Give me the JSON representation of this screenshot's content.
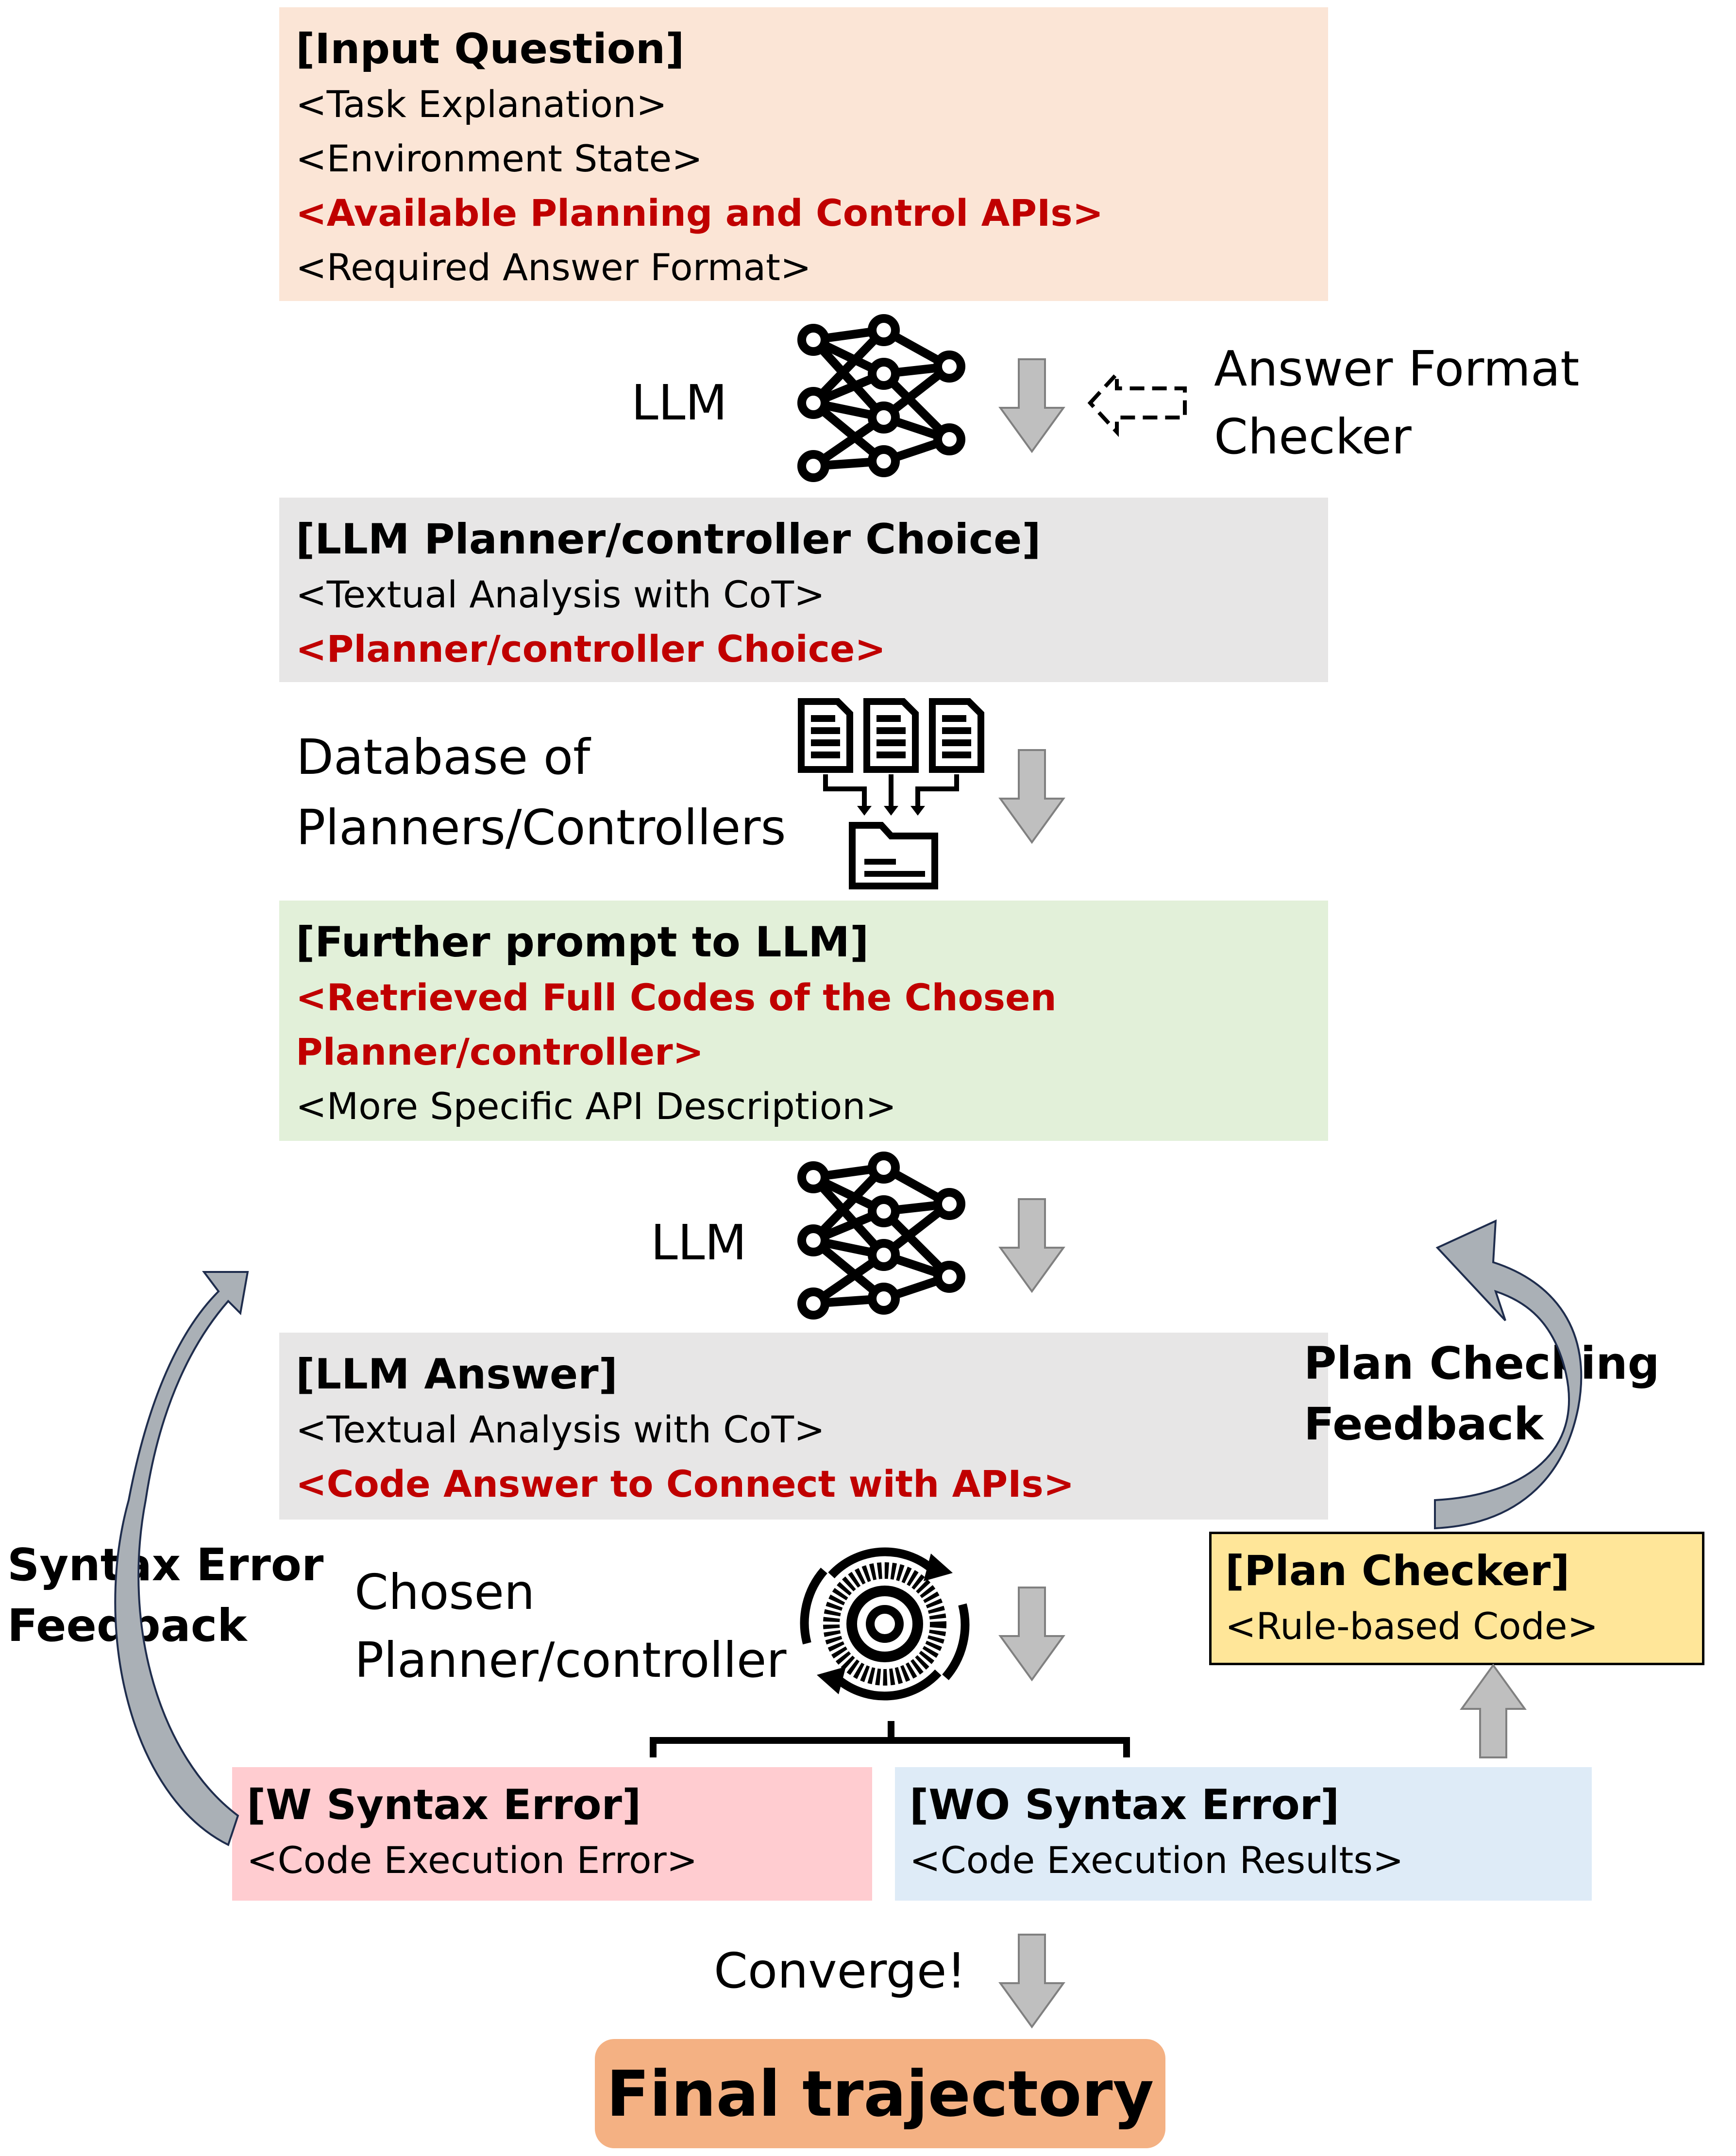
{
  "colors": {
    "input_bg": "#fbe5d6",
    "gray_bg": "#e7e6e6",
    "green_bg": "#e2f0d9",
    "yellow_bg": "#ffe699",
    "pink_bg": "#ffccd0",
    "blue_bg": "#deebf7",
    "final_bg": "#f4b183",
    "highlight_red": "#c00000",
    "arrow_gray": "#bfbfbf"
  },
  "input_question": {
    "title": "[Input Question]",
    "lines": [
      "<Task Explanation>",
      "<Environment State>",
      "<Available Planning and Control APIs>",
      "<Required Answer Format>"
    ]
  },
  "llm_label_1": "LLM",
  "answer_format_checker": [
    "Answer Format",
    "Checker"
  ],
  "planner_choice": {
    "title": "[LLM Planner/controller Choice]",
    "lines": [
      "<Textual Analysis with CoT>",
      "<Planner/controller Choice>"
    ]
  },
  "database_label": [
    "Database of",
    "Planners/Controllers"
  ],
  "further_prompt": {
    "title": "[Further prompt to LLM]",
    "lines": [
      "<Retrieved Full Codes of the Chosen",
      "Planner/controller>",
      "<More Specific API Description>"
    ]
  },
  "llm_label_2": "LLM",
  "llm_answer": {
    "title": "[LLM Answer]",
    "lines": [
      "<Textual Analysis with CoT>",
      "<Code Answer to Connect with APIs>"
    ]
  },
  "plan_checking_feedback": [
    "Plan Checking",
    "Feedback"
  ],
  "syntax_error_feedback": [
    "Syntax Error",
    "Feedback"
  ],
  "chosen_planner": [
    "Chosen",
    "Planner/controller"
  ],
  "plan_checker": {
    "title": "[Plan Checker]",
    "lines": [
      "<Rule-based Code>"
    ]
  },
  "w_syntax_error": {
    "title": "[W Syntax Error]",
    "lines": [
      "<Code Execution Error>"
    ]
  },
  "wo_syntax_error": {
    "title": "[WO Syntax Error]",
    "lines": [
      "<Code Execution Results>"
    ]
  },
  "converge_label": "Converge!",
  "final_label": "Final trajectory",
  "icons": [
    "neural-network-icon",
    "dashed-left-arrow-icon",
    "documents-to-folder-icon",
    "gear-cycle-icon",
    "down-arrow-icon",
    "up-arrow-icon",
    "curved-arrow-icon",
    "bracket-icon"
  ]
}
